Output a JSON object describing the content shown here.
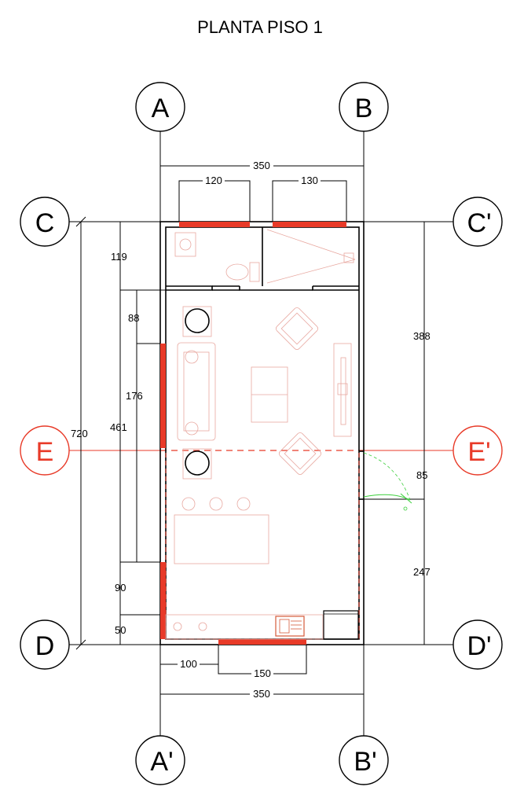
{
  "title": "PLANTA PISO 1",
  "grid": {
    "A": "A",
    "A_prime": "A'",
    "B": "B",
    "B_prime": "B'",
    "C": "C",
    "C_prime": "C'",
    "D": "D",
    "D_prime": "D'",
    "E": "E",
    "E_prime": "E'"
  },
  "dimensions": {
    "top_total": "350",
    "top_window_left": "120",
    "top_window_right": "130",
    "left_total": "720",
    "left_upper": "461",
    "left_bath": "119",
    "left_gap": "88",
    "left_window": "176",
    "left_lower_window": "90",
    "left_bottom": "50",
    "right_upper": "388",
    "right_door": "85",
    "right_lower": "247",
    "bottom_offset": "100",
    "bottom_window": "150",
    "bottom_total": "350"
  },
  "colors": {
    "accent_red": "#e83a28",
    "line": "#000000",
    "furniture": "#e8a8a0",
    "door_swing": "#3ccf3c"
  }
}
